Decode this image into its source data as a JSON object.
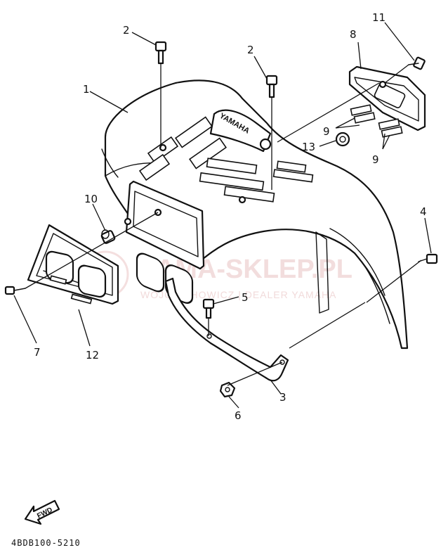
{
  "callouts": [
    {
      "id": "1",
      "label": "1"
    },
    {
      "id": "2a",
      "label": "2"
    },
    {
      "id": "2b",
      "label": "2"
    },
    {
      "id": "3",
      "label": "3"
    },
    {
      "id": "4",
      "label": "4"
    },
    {
      "id": "5",
      "label": "5"
    },
    {
      "id": "6",
      "label": "6"
    },
    {
      "id": "7",
      "label": "7"
    },
    {
      "id": "8",
      "label": "8"
    },
    {
      "id": "9a",
      "label": "9"
    },
    {
      "id": "9b",
      "label": "9"
    },
    {
      "id": "10",
      "label": "10"
    },
    {
      "id": "11",
      "label": "11"
    },
    {
      "id": "12",
      "label": "12"
    },
    {
      "id": "13",
      "label": "13"
    }
  ],
  "embossed_text": "YAMAHA",
  "watermark": {
    "title": "YAMA-SKLEP.PL",
    "subtitle": "WOJCIECHOWICZ | DEALER YAMAHA"
  },
  "direction_arrow": "FWD",
  "diagram_code": "4BDB100-5210"
}
